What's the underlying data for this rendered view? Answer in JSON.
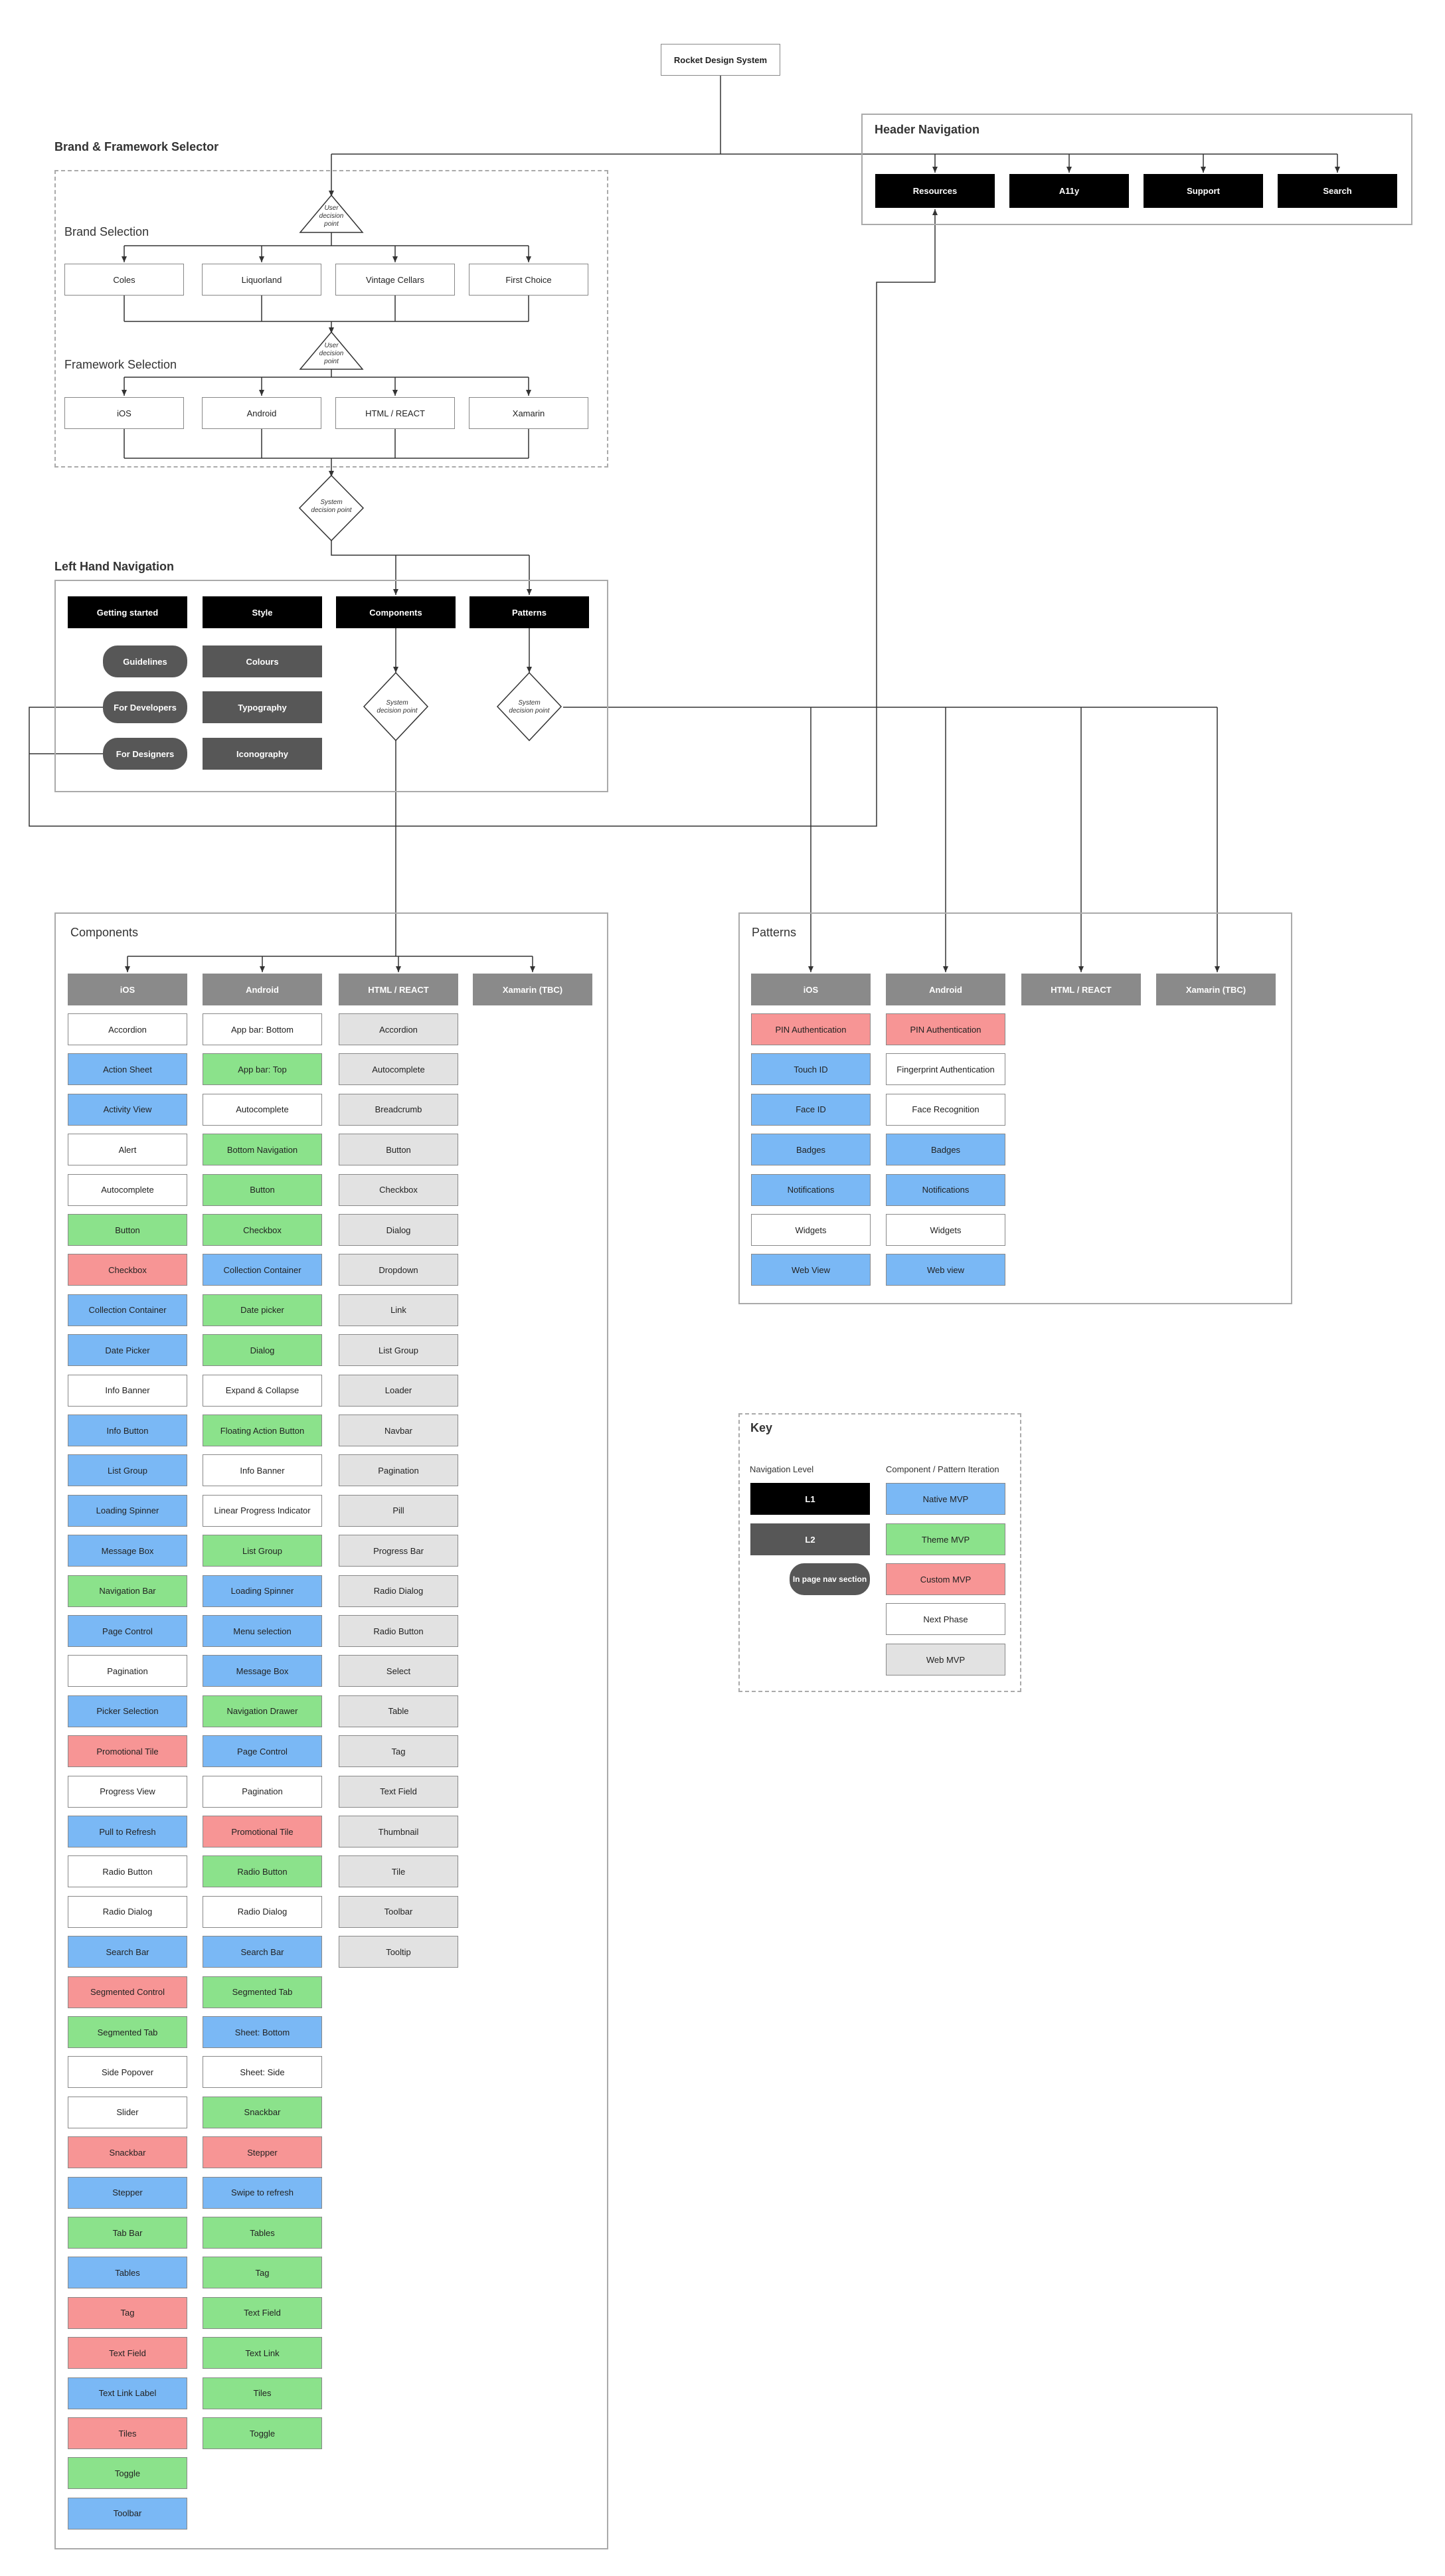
{
  "root": "Rocket Design System",
  "header_nav": {
    "title": "Header Navigation",
    "items": [
      "Resources",
      "A11y",
      "Support",
      "Search"
    ]
  },
  "brand_framework": {
    "title": "Brand & Framework Selector",
    "brand_title": "Brand Selection",
    "brands": [
      "Coles",
      "Liquorland",
      "Vintage Cellars",
      "First Choice"
    ],
    "framework_title": "Framework Selection",
    "frameworks": [
      "iOS",
      "Android",
      "HTML / REACT",
      "Xamarin"
    ]
  },
  "decisions": {
    "user": "User decision point",
    "system": "System decision point"
  },
  "left_nav": {
    "title": "Left Hand Navigation",
    "l1": [
      "Getting started",
      "Style",
      "Components",
      "Patterns"
    ],
    "getting_started": [
      "Guidelines",
      "For Developers",
      "For Designers"
    ],
    "style": [
      "Colours",
      "Typography",
      "Iconography"
    ]
  },
  "components": {
    "title": "Components",
    "columns": [
      {
        "header": "iOS",
        "items": [
          {
            "label": "Accordion",
            "type": "white"
          },
          {
            "label": "Action Sheet",
            "type": "blue"
          },
          {
            "label": "Activity View",
            "type": "blue"
          },
          {
            "label": "Alert",
            "type": "white"
          },
          {
            "label": "Autocomplete",
            "type": "white"
          },
          {
            "label": "Button",
            "type": "green"
          },
          {
            "label": "Checkbox",
            "type": "red"
          },
          {
            "label": "Collection Container",
            "type": "blue"
          },
          {
            "label": "Date Picker",
            "type": "blue"
          },
          {
            "label": "Info Banner",
            "type": "white"
          },
          {
            "label": "Info Button",
            "type": "blue"
          },
          {
            "label": "List Group",
            "type": "blue"
          },
          {
            "label": "Loading Spinner",
            "type": "blue"
          },
          {
            "label": "Message Box",
            "type": "blue"
          },
          {
            "label": "Navigation Bar",
            "type": "green"
          },
          {
            "label": "Page Control",
            "type": "blue"
          },
          {
            "label": "Pagination",
            "type": "white"
          },
          {
            "label": "Picker Selection",
            "type": "blue"
          },
          {
            "label": "Promotional Tile",
            "type": "red"
          },
          {
            "label": "Progress View",
            "type": "white"
          },
          {
            "label": "Pull to Refresh",
            "type": "blue"
          },
          {
            "label": "Radio Button",
            "type": "white"
          },
          {
            "label": "Radio Dialog",
            "type": "white"
          },
          {
            "label": "Search Bar",
            "type": "blue"
          },
          {
            "label": "Segmented Control",
            "type": "red"
          },
          {
            "label": "Segmented Tab",
            "type": "green"
          },
          {
            "label": "Side Popover",
            "type": "white"
          },
          {
            "label": "Slider",
            "type": "white"
          },
          {
            "label": "Snackbar",
            "type": "red"
          },
          {
            "label": "Stepper",
            "type": "blue"
          },
          {
            "label": "Tab Bar",
            "type": "green"
          },
          {
            "label": "Tables",
            "type": "blue"
          },
          {
            "label": "Tag",
            "type": "red"
          },
          {
            "label": "Text Field",
            "type": "red"
          },
          {
            "label": "Text Link Label",
            "type": "blue"
          },
          {
            "label": "Tiles",
            "type": "red"
          },
          {
            "label": "Toggle",
            "type": "green"
          },
          {
            "label": "Toolbar",
            "type": "blue"
          }
        ]
      },
      {
        "header": "Android",
        "items": [
          {
            "label": "App bar: Bottom",
            "type": "white"
          },
          {
            "label": "App bar: Top",
            "type": "green"
          },
          {
            "label": "Autocomplete",
            "type": "white"
          },
          {
            "label": "Bottom Navigation",
            "type": "green"
          },
          {
            "label": "Button",
            "type": "green"
          },
          {
            "label": "Checkbox",
            "type": "green"
          },
          {
            "label": "Collection Container",
            "type": "blue"
          },
          {
            "label": "Date picker",
            "type": "green"
          },
          {
            "label": "Dialog",
            "type": "green"
          },
          {
            "label": "Expand & Collapse",
            "type": "white"
          },
          {
            "label": "Floating Action Button",
            "type": "green"
          },
          {
            "label": "Info Banner",
            "type": "white"
          },
          {
            "label": "Linear Progress Indicator",
            "type": "white"
          },
          {
            "label": "List Group",
            "type": "green"
          },
          {
            "label": "Loading Spinner",
            "type": "blue"
          },
          {
            "label": "Menu selection",
            "type": "blue"
          },
          {
            "label": "Message Box",
            "type": "blue"
          },
          {
            "label": "Navigation Drawer",
            "type": "green"
          },
          {
            "label": "Page Control",
            "type": "blue"
          },
          {
            "label": "Pagination",
            "type": "white"
          },
          {
            "label": "Promotional Tile",
            "type": "red"
          },
          {
            "label": "Radio Button",
            "type": "green"
          },
          {
            "label": "Radio Dialog",
            "type": "white"
          },
          {
            "label": "Search Bar",
            "type": "blue"
          },
          {
            "label": "Segmented Tab",
            "type": "green"
          },
          {
            "label": "Sheet: Bottom",
            "type": "blue"
          },
          {
            "label": "Sheet: Side",
            "type": "white"
          },
          {
            "label": "Snackbar",
            "type": "green"
          },
          {
            "label": "Stepper",
            "type": "red"
          },
          {
            "label": "Swipe to refresh",
            "type": "blue"
          },
          {
            "label": "Tables",
            "type": "green"
          },
          {
            "label": "Tag",
            "type": "green"
          },
          {
            "label": "Text Field",
            "type": "green"
          },
          {
            "label": "Text Link",
            "type": "green"
          },
          {
            "label": "Tiles",
            "type": "green"
          },
          {
            "label": "Toggle",
            "type": "green"
          }
        ]
      },
      {
        "header": "HTML / REACT",
        "items": [
          {
            "label": "Accordion",
            "type": "lgrey"
          },
          {
            "label": "Autocomplete",
            "type": "lgrey"
          },
          {
            "label": "Breadcrumb",
            "type": "lgrey"
          },
          {
            "label": "Button",
            "type": "lgrey"
          },
          {
            "label": "Checkbox",
            "type": "lgrey"
          },
          {
            "label": "Dialog",
            "type": "lgrey"
          },
          {
            "label": "Dropdown",
            "type": "lgrey"
          },
          {
            "label": "Link",
            "type": "lgrey"
          },
          {
            "label": "List Group",
            "type": "lgrey"
          },
          {
            "label": "Loader",
            "type": "lgrey"
          },
          {
            "label": "Navbar",
            "type": "lgrey"
          },
          {
            "label": "Pagination",
            "type": "lgrey"
          },
          {
            "label": "Pill",
            "type": "lgrey"
          },
          {
            "label": "Progress Bar",
            "type": "lgrey"
          },
          {
            "label": "Radio Dialog",
            "type": "lgrey"
          },
          {
            "label": "Radio Button",
            "type": "lgrey"
          },
          {
            "label": "Select",
            "type": "lgrey"
          },
          {
            "label": "Table",
            "type": "lgrey"
          },
          {
            "label": "Tag",
            "type": "lgrey"
          },
          {
            "label": "Text Field",
            "type": "lgrey"
          },
          {
            "label": "Thumbnail",
            "type": "lgrey"
          },
          {
            "label": "Tile",
            "type": "lgrey"
          },
          {
            "label": "Toolbar",
            "type": "lgrey"
          },
          {
            "label": "Tooltip",
            "type": "lgrey"
          }
        ]
      },
      {
        "header": "Xamarin (TBC)",
        "items": []
      }
    ]
  },
  "patterns": {
    "title": "Patterns",
    "columns": [
      {
        "header": "iOS",
        "items": [
          {
            "label": "PIN Authentication",
            "type": "red"
          },
          {
            "label": "Touch ID",
            "type": "blue"
          },
          {
            "label": "Face ID",
            "type": "blue"
          },
          {
            "label": "Badges",
            "type": "blue"
          },
          {
            "label": "Notifications",
            "type": "blue"
          },
          {
            "label": "Widgets",
            "type": "white"
          },
          {
            "label": "Web View",
            "type": "blue"
          }
        ]
      },
      {
        "header": "Android",
        "items": [
          {
            "label": "PIN Authentication",
            "type": "red"
          },
          {
            "label": "Fingerprint Authentication",
            "type": "white"
          },
          {
            "label": "Face Recognition",
            "type": "white"
          },
          {
            "label": "Badges",
            "type": "blue"
          },
          {
            "label": "Notifications",
            "type": "blue"
          },
          {
            "label": "Widgets",
            "type": "white"
          },
          {
            "label": "Web view",
            "type": "blue"
          }
        ]
      },
      {
        "header": "HTML / REACT",
        "items": []
      },
      {
        "header": "Xamarin (TBC)",
        "items": []
      }
    ]
  },
  "key": {
    "title": "Key",
    "nav_level_title": "Navigation Level",
    "nav_levels": [
      "L1",
      "L2",
      "In page nav section"
    ],
    "iteration_title": "Component / Pattern Iteration",
    "iterations": [
      "Native MVP",
      "Theme MVP",
      "Custom MVP",
      "Next Phase",
      "Web MVP"
    ]
  },
  "colors": {
    "native_mvp": "#7ab8f5",
    "theme_mvp": "#8be28b",
    "custom_mvp": "#f79595",
    "next_phase": "#ffffff",
    "web_mvp": "#e2e2e2",
    "l1": "#000000",
    "l2": "#575757",
    "column_header": "#8a8a8a"
  }
}
